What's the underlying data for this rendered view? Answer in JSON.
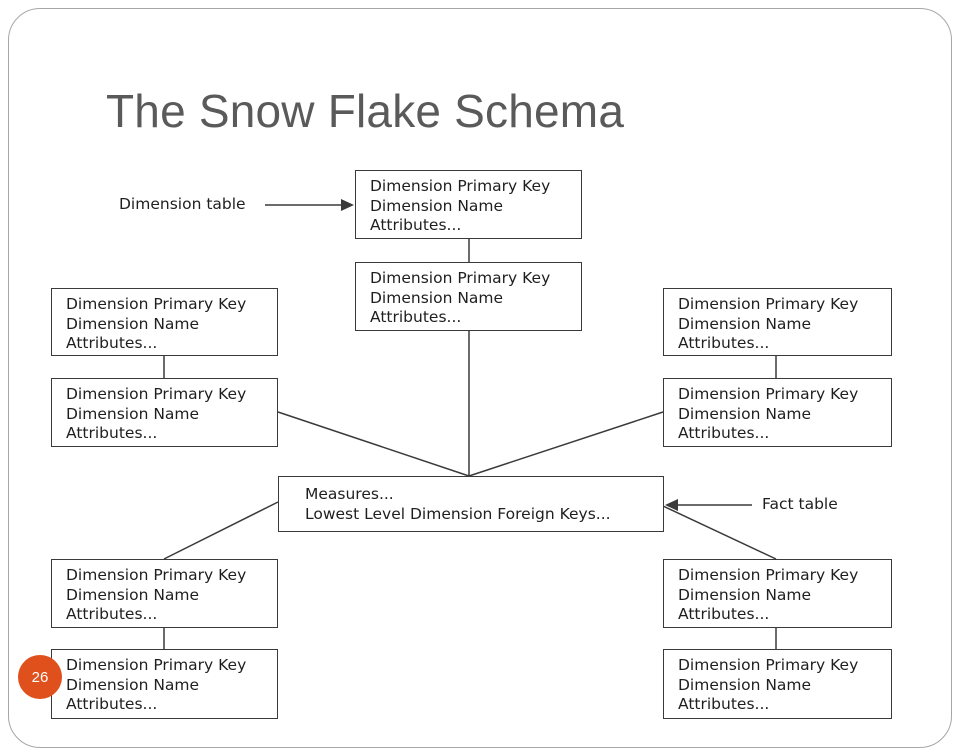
{
  "title": "The Snow Flake Schema",
  "slide_number": "26",
  "labels": {
    "dimension_table": "Dimension table",
    "fact_table": "Fact table"
  },
  "dimension_box": {
    "line1": "Dimension Primary Key",
    "line2": "Dimension Name",
    "line3": "Attributes..."
  },
  "fact_box": {
    "line1": "Measures...",
    "line2": "Lowest Level Dimension Foreign Keys..."
  }
}
